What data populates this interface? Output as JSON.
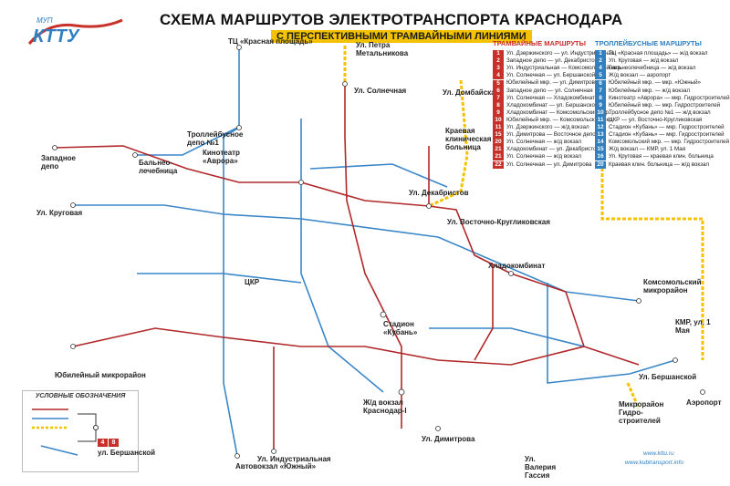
{
  "header": {
    "logo_text": "МУП КТТУ",
    "title": "СХЕМА МАРШРУТОВ ЭЛЕКТРОТРАНСПОРТА КРАСНОДАРА",
    "subtitle": "С ПЕРСПЕКТИВНЫМИ ТРАМВАЙНЫМИ ЛИНИЯМИ"
  },
  "colors": {
    "tram": "#c8302a",
    "trolley": "#2f7fc1",
    "perspective": "#f4c200",
    "tram_line": "#b0282a",
    "trolley_line": "#3a86c8"
  },
  "tram_routes": {
    "heading": "ТРАМВАЙНЫЕ МАРШРУТЫ",
    "items": [
      {
        "num": "1",
        "text": "Ул. Дзержинского — ул. Индустриальная"
      },
      {
        "num": "2",
        "text": "Западное депо — ул. Декабристов"
      },
      {
        "num": "3",
        "text": "Ул. Индустриальная — Комсомольский мкр."
      },
      {
        "num": "4",
        "text": "Ул. Солнечная — ул. Бершанской"
      },
      {
        "num": "5",
        "text": "Юбилейный мкр. — ул. Димитрова"
      },
      {
        "num": "6",
        "text": "Западное депо — ул. Солнечная"
      },
      {
        "num": "7",
        "text": "Ул. Солнечная — Хладокомбинат"
      },
      {
        "num": "8",
        "text": "Хладокомбинат — ул. Бершанской"
      },
      {
        "num": "9",
        "text": "Хладокомбинат — Комсомольский мкр."
      },
      {
        "num": "10",
        "text": "Юбилейный мкр. — Комсомольский мкр."
      },
      {
        "num": "11",
        "text": "Ул. Дзержинского — ж/д вокзал"
      },
      {
        "num": "15",
        "text": "Ул. Димитрова — Восточное депо"
      },
      {
        "num": "20",
        "text": "Ул. Солнечная — ж/д вокзал"
      },
      {
        "num": "21",
        "text": "Хладокомбинат — ул. Декабристов"
      },
      {
        "num": "21",
        "text": "Ул. Солнечная — ж/д вокзал"
      },
      {
        "num": "22",
        "text": "Ул. Солнечная — ул. Димитрова"
      }
    ]
  },
  "trolley_routes": {
    "heading": "ТРОЛЛЕЙБУСНЫЕ МАРШРУТЫ",
    "items": [
      {
        "num": "1",
        "text": "ТЦ «Красная площадь» — ж/д вокзал"
      },
      {
        "num": "2",
        "text": "Ул. Круговая — ж/д вокзал"
      },
      {
        "num": "4",
        "text": "Бальнеолечебница — ж/д вокзал"
      },
      {
        "num": "5",
        "text": "Ж/д вокзал — аэропорт"
      },
      {
        "num": "6",
        "text": "Юбилейный мкр. — мкр. «Южный»"
      },
      {
        "num": "7",
        "text": "Юбилейный мкр. — ж/д вокзал"
      },
      {
        "num": "8",
        "text": "Кинотеатр «Аврора» — мкр. Гидростроителей"
      },
      {
        "num": "9",
        "text": "Юбилейный мкр. — мкр. Гидростроителей"
      },
      {
        "num": "10",
        "text": "Троллейбусное депо №1 — ж/д вокзал"
      },
      {
        "num": "11",
        "text": "ЦКР — ул. Восточно-Кругликовская"
      },
      {
        "num": "12",
        "text": "Стадион «Кубань» — мкр. Гидростроителей"
      },
      {
        "num": "13",
        "text": "Стадион «Кубань» — мкр. Гидростроителей"
      },
      {
        "num": "14",
        "text": "Комсомольский мкр. — мкр. Гидростроителей"
      },
      {
        "num": "15",
        "text": "Ж/д вокзал — КМР, ул. 1 Мая"
      },
      {
        "num": "16",
        "text": "Ул. Круговая — краевая клин. больница"
      },
      {
        "num": "20",
        "text": "Краевая клин. больница — ж/д вокзал"
      }
    ]
  },
  "stations": {
    "krasnaya_ploshad": "ТЦ «Красная площадь»",
    "petra_metalnikova": "Ул. Петра Метальникова",
    "solnechnaya": "Ул. Солнечная",
    "domb": "Ул. Домбайская",
    "kraevaya": "Краевая клиническая больница",
    "zapadnoe": "Западное депо",
    "balneo": "Бальнео-лечебница",
    "trolldepo": "Троллейбусное депо №1",
    "avrora": "Кинотеатр «Аврора»",
    "dekabristov": "Ул. Декабристов",
    "vostochno": "Ул. Восточно-Кругликовская",
    "krugovaya": "Ул. Круговая",
    "hladokombinat": "Хладокомбинат",
    "komsomolsky": "Комсомольский микрорайон",
    "yubileyny": "Юбилейный микрорайон",
    "ckr": "ЦКР",
    "stadion": "Стадион «Кубань»",
    "kmr": "КМР, ул. 1 Мая",
    "bershanskoy": "Ул. Бершанской",
    "aeroport": "Аэропорт",
    "vokzal": "Ж/д вокзал Краснодар-I",
    "dimitrova": "Ул. Димитрова",
    "industrialnaya": "Ул. Индустриальная",
    "avtovokzal": "Автовокзал «Южный»",
    "gidrostroiteli": "Микрорайон Гидро-строителей",
    "valeria": "Ул. Валерия Гассия"
  },
  "legend": {
    "title": "УСЛОВНЫЕ ОБОЗНАЧЕНИЯ",
    "bershanskoy": "ул. Бершанской"
  },
  "footer": {
    "url1": "www.kttu.ru",
    "url2": "www.kubtransport.info"
  }
}
